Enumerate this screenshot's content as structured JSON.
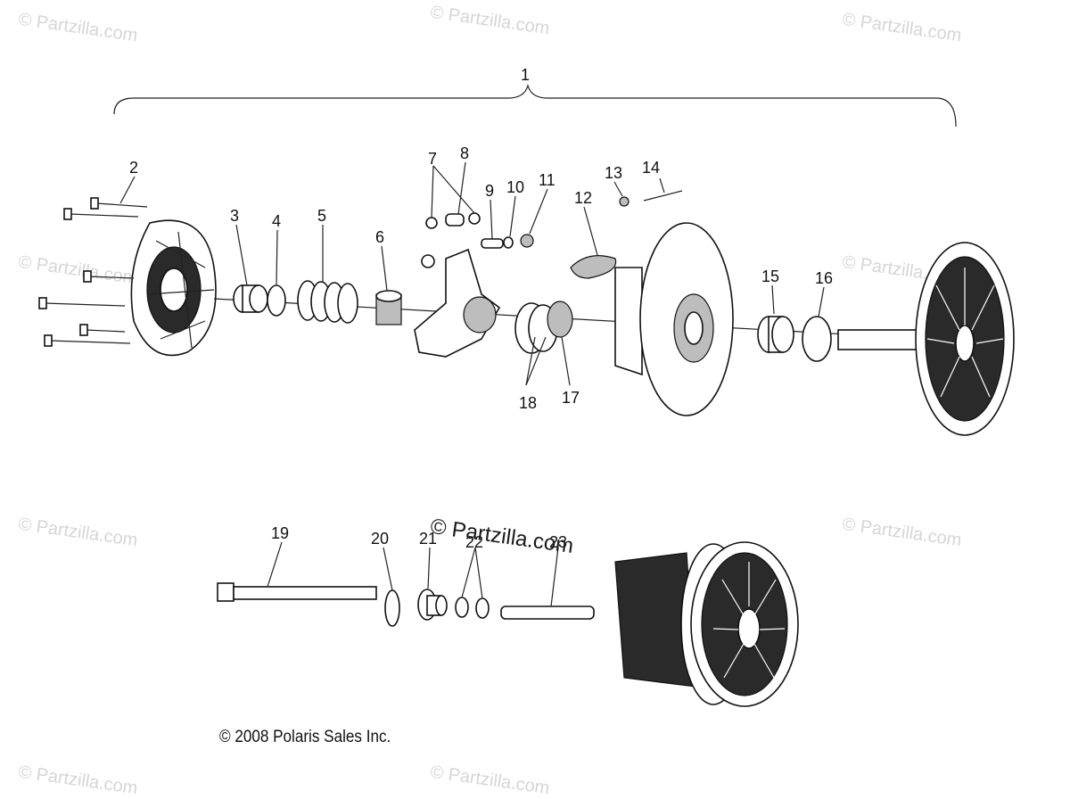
{
  "watermarks": [
    "© Partzilla.com",
    "© Partzilla.com",
    "© Partzilla.com",
    "© Partzilla.com",
    "© Partzilla.com",
    "© Partzilla.com",
    "© Partzilla.com",
    "© Partzilla.com",
    "© Partzilla.com"
  ],
  "watermark_center": "© Partzilla.com",
  "copyright": "© 2008 Polaris Sales Inc.",
  "callouts": {
    "c1": "1",
    "c2": "2",
    "c3": "3",
    "c4": "4",
    "c5": "5",
    "c6": "6",
    "c7": "7",
    "c8": "8",
    "c9": "9",
    "c10": "10",
    "c11": "11",
    "c12": "12",
    "c13": "13",
    "c14": "14",
    "c15": "15",
    "c16": "16",
    "c17": "17",
    "c18": "18",
    "c19": "19",
    "c20": "20",
    "c21": "21",
    "c22": "22",
    "c23": "23"
  }
}
